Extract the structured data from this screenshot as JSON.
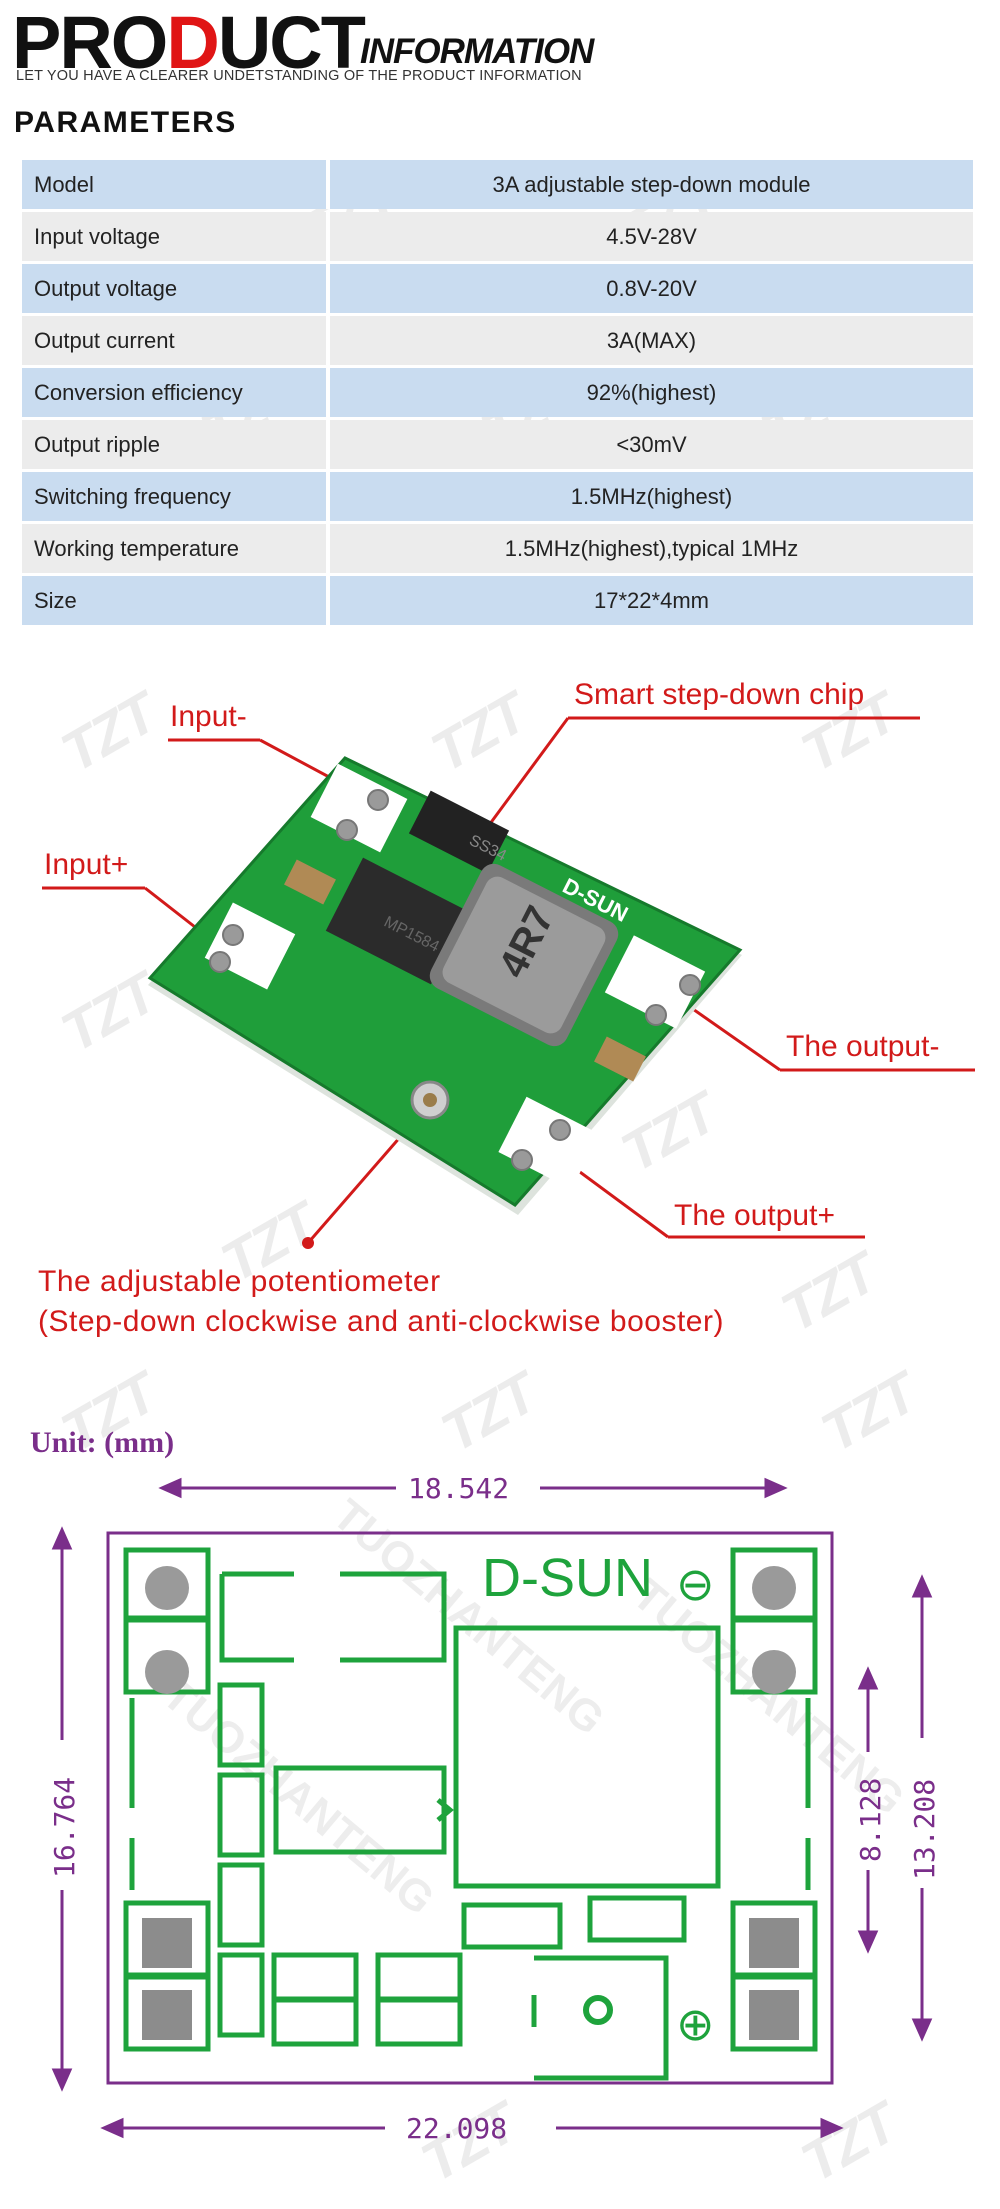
{
  "header": {
    "brand_part1": "PRO",
    "brand_part2": "D",
    "brand_part3": "UCT",
    "brand_sub": "INFORMATION",
    "tagline": "LET YOU HAVE A CLEARER UNDETSTANDING OF THE PRODUCT INFORMATION"
  },
  "parameters": {
    "title": "PARAMETERS",
    "rows": [
      {
        "name": "Model",
        "value": "3A adjustable step-down module"
      },
      {
        "name": "Input voltage",
        "value": "4.5V-28V"
      },
      {
        "name": "Output voltage",
        "value": "0.8V-20V"
      },
      {
        "name": "Output current",
        "value": "3A(MAX)"
      },
      {
        "name": "Conversion efficiency",
        "value": "92%(highest)"
      },
      {
        "name": "Output ripple",
        "value": "<30mV"
      },
      {
        "name": "Switching frequency",
        "value": "1.5MHz(highest)"
      },
      {
        "name": "Working temperature",
        "value": "1.5MHz(highest),typical 1MHz"
      },
      {
        "name": "Size",
        "value": "17*22*4mm"
      }
    ]
  },
  "callouts": {
    "input_minus": "Input-",
    "input_plus": "Input+",
    "chip": "Smart step-down chip",
    "output_minus": "The output-",
    "output_plus": "The output+",
    "pot_line1": "The adjustable potentiometer",
    "pot_line2": "(Step-down clockwise and anti-clockwise booster)"
  },
  "board_photo": {
    "board_label": "D-SUN",
    "inductor_label": "4R7",
    "diode_label": "SS34",
    "chip_label": "MP1584"
  },
  "dimension_drawing": {
    "unit_label": "Unit: (mm)",
    "width_top": "18.542",
    "width_bottom": "22.098",
    "height_left": "16.764",
    "height_right_inner": "8.128",
    "height_right_outer": "13.208",
    "silkscreen_label": "D-SUN",
    "minus_symbol": "⊖",
    "plus_symbol": "⊕",
    "watermark_text": "TUOZHANTENG"
  },
  "watermark": "TZT",
  "colors": {
    "brand_red": "#e01515",
    "callout_red": "#d21a1a",
    "table_blue": "#c9dcf0",
    "table_grey": "#ececec",
    "pcb_green": "#1f9e3a",
    "silk_green": "#1ea33c",
    "dimension_purple": "#7a2e8a"
  }
}
